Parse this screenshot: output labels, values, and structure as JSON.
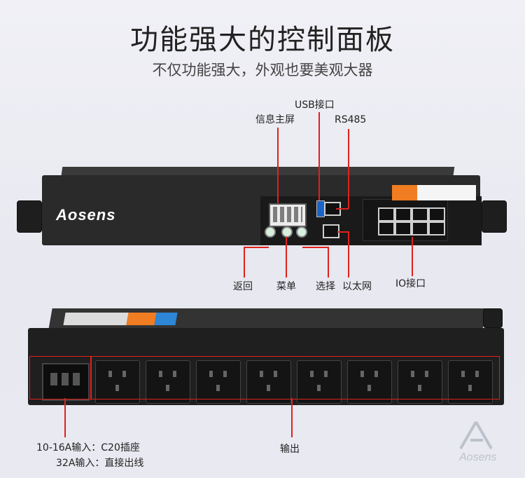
{
  "title": "功能强大的控制面板",
  "subtitle": "不仅功能强大，外观也要美观大器",
  "brand_logo": "Aosens",
  "callouts": {
    "usb": "USB接口",
    "screen": "信息主屏",
    "rs485": "RS485",
    "back": "返回",
    "menu": "菜单",
    "select": "选择",
    "ethernet": "以太网",
    "io": "IO接口",
    "input_line1": "10-16A输入：C20插座",
    "input_line2": "32A输入：直接出线",
    "output": "输出"
  },
  "watermark": "Aosens",
  "colors": {
    "accent": "#e0211d",
    "device": "#2a2a2a",
    "background": "#ececf3"
  }
}
